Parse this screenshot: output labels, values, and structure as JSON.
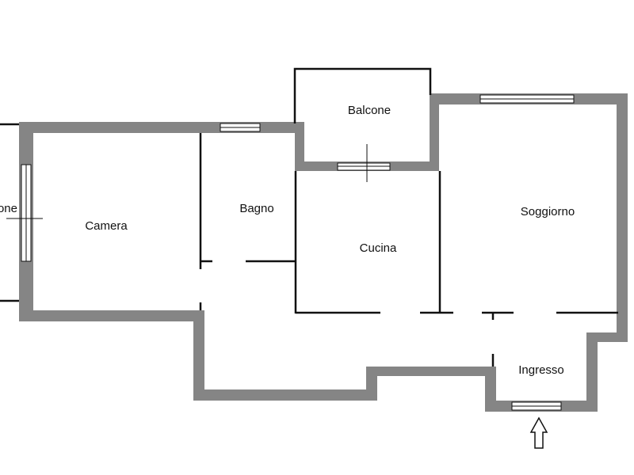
{
  "floor_plan": {
    "rooms": {
      "balcone": "Balcone",
      "balcone_left": "one",
      "camera": "Camera",
      "bagno": "Bagno",
      "cucina": "Cucina",
      "soggiorno": "Soggiorno",
      "ingresso": "Ingresso"
    },
    "colors": {
      "wall": "#858585",
      "line": "#111111",
      "window": "#ffffff"
    },
    "entrance_icon": "up-arrow-icon"
  }
}
